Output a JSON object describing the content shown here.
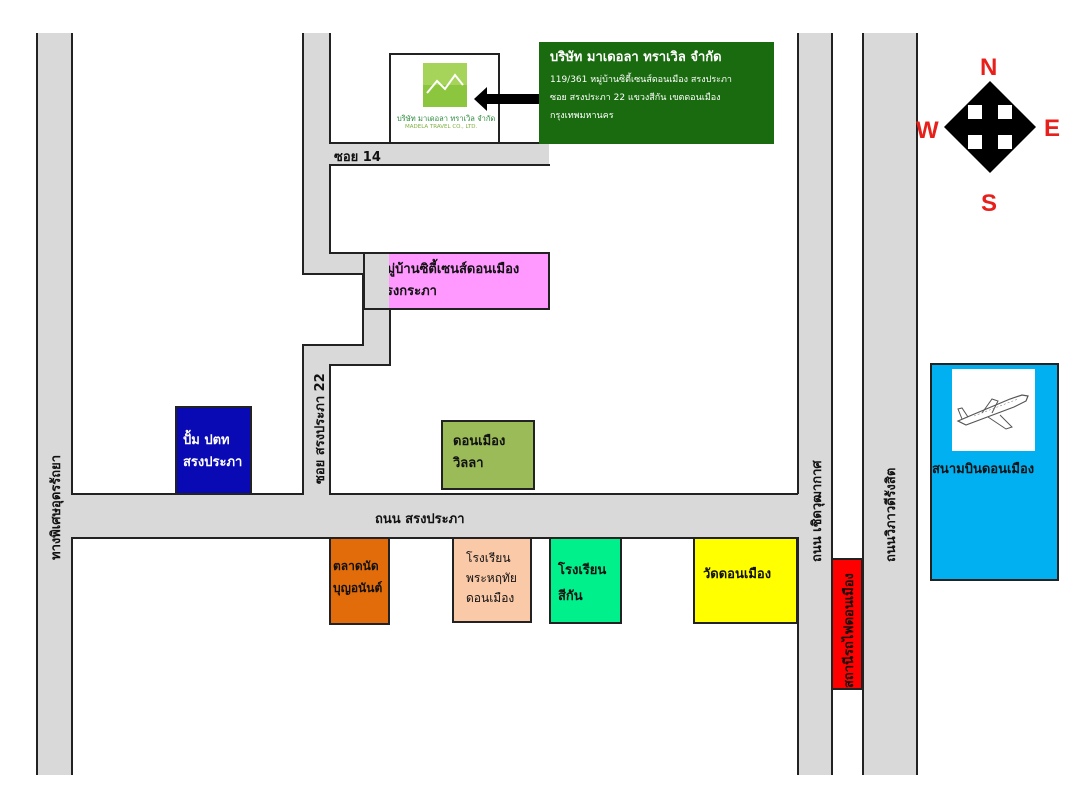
{
  "company": {
    "name": "บริษัท มาเดอลา ทราเวิล จำกัด",
    "address_line1": "119/361 หมู่บ้านซิตี้เซนส์ดอนเมือง สรงประภา",
    "address_line2": "ซอย สรงประภา 22 แขวงสีกัน เขตดอนเมือง",
    "address_line3": "กรุงเทพมหานคร",
    "logo_text_th": "บริษัท มาเดอลา ทราเวิล จำกัด",
    "logo_text_en": "MADELA TRAVEL CO., LTD.",
    "color": "#1a6b0f"
  },
  "roads": {
    "soi14": "ซอย 14",
    "soi_songprapa22": "ซอย สรงประภา 22",
    "songprapa_road": "ถนน สรงประภา",
    "phiset_road": "ทางพิเศษอุดรรัถยา",
    "choet_wutthakat_road": "ถนน เชิดวุฒากาศ",
    "vibhavadi_road": "ถนนวิภาวดีรังสิต"
  },
  "places": {
    "village": {
      "line1": "หมู่บ้านซิตี้เซนส์ดอนเมือง",
      "line2": "สรงกระภา",
      "color": "#ff99ff"
    },
    "ptt": {
      "line1": "ปั้ม ปตท",
      "line2": "สรงประภา",
      "color": "#0a0ab4"
    },
    "donmueang_villa": {
      "line1": "ดอนเมือง",
      "line2": "วิลลา",
      "color": "#9bbb59"
    },
    "market": {
      "line1": "ตลาดนัด",
      "line2": "บุญอนันต์",
      "color": "#e36c0a"
    },
    "school_phrahruthai": {
      "line1": "โรงเรียน",
      "line2": "พระหฤทัย",
      "line3": "ดอนเมือง",
      "color": "#fac9a8"
    },
    "school_sikan": {
      "line1": "โรงเรียน",
      "line2": "สีกัน",
      "color": "#00f08c"
    },
    "wat_donmueang": {
      "line1": "วัดดอนเมือง",
      "color": "#ffff00"
    },
    "train_station": {
      "label": "สถานีรถไฟดอนเมือง",
      "color": "#ff0000"
    },
    "airport": {
      "label": "สนามบินดอนเมือง",
      "color": "#00b0f0"
    }
  },
  "compass": {
    "north": "N",
    "south": "S",
    "east": "E",
    "west": "W"
  }
}
